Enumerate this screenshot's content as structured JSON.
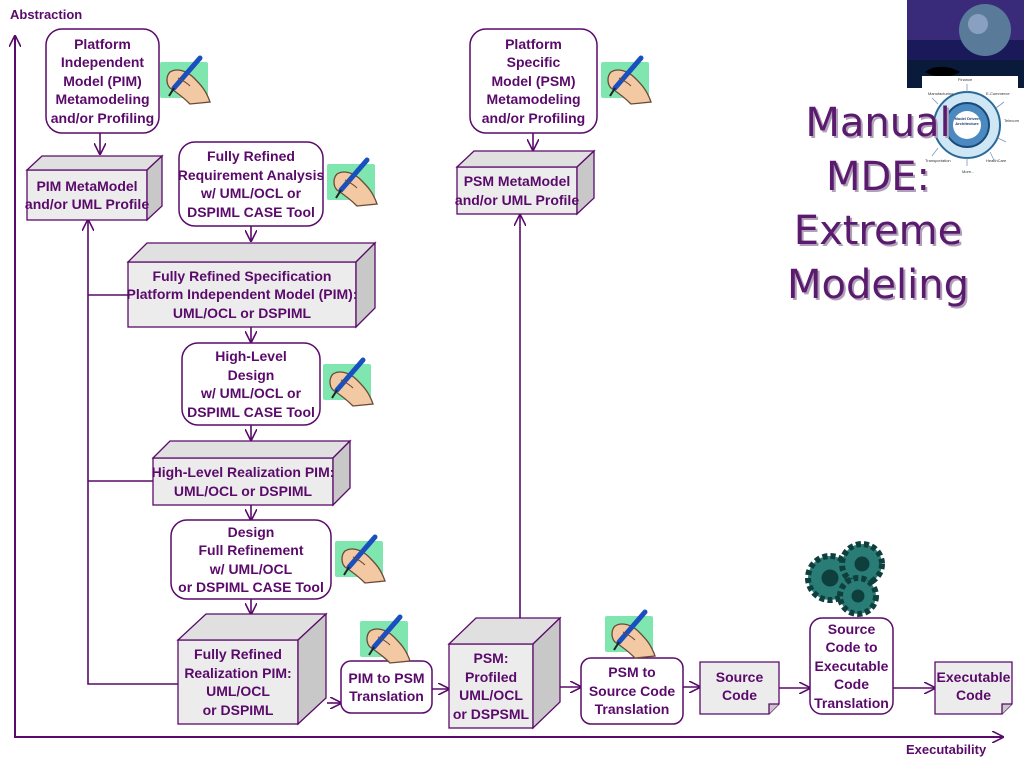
{
  "axes": {
    "y_label": "Abstraction",
    "x_label": "Executability"
  },
  "title_lines": [
    "Manual",
    "MDE:",
    "Extreme",
    "Modeling"
  ],
  "logo": {
    "center_text": "Model Driven Architecture",
    "sectors": [
      "Finance",
      "E-Commerce",
      "Telecom",
      "HealthCare",
      "More...",
      "Transportation",
      "Manufacturing"
    ]
  },
  "nodes": {
    "pim_metamodeling": [
      "Platform",
      "Independent",
      "Model (PIM)",
      "Metamodeling",
      "and/or Profiling"
    ],
    "pim_metamodel": [
      "PIM MetaModel",
      "and/or UML Profile"
    ],
    "refined_req": [
      "Fully Refined",
      "Requirement Analysis",
      "w/ UML/OCL or",
      "DSPIML CASE Tool"
    ],
    "refined_spec": [
      "Fully Refined Specification",
      "Platform Independent Model (PIM):",
      "UML/OCL or DSPIML"
    ],
    "hl_design": [
      "High-Level",
      "Design",
      "w/ UML/OCL or",
      "DSPIML CASE Tool"
    ],
    "hl_realization": [
      "High-Level Realization PIM:",
      "UML/OCL or DSPIML"
    ],
    "design_full": [
      "Design",
      "Full Refinement",
      "w/ UML/OCL",
      "or DSPIML CASE Tool"
    ],
    "refined_realization": [
      "Fully Refined",
      "Realization PIM:",
      "UML/OCL",
      "or DSPIML"
    ],
    "pim_to_psm": [
      "PIM to PSM",
      "Translation"
    ],
    "psm_profiled": [
      "PSM:",
      "Profiled",
      "UML/OCL",
      "or DSPSML"
    ],
    "psm_metamodeling": [
      "Platform",
      "Specific",
      "Model (PSM)",
      "Metamodeling",
      "and/or Profiling"
    ],
    "psm_metamodel": [
      "PSM MetaModel",
      "and/or UML Profile"
    ],
    "psm_to_source": [
      "PSM to",
      "Source Code",
      "Translation"
    ],
    "source_code": [
      "Source",
      "Code"
    ],
    "source_to_exec": [
      "Source",
      "Code to",
      "Executable",
      "Code",
      "Translation"
    ],
    "executable_code": [
      "Executable",
      "Code"
    ]
  },
  "colors": {
    "ink": "#5a0a6a",
    "box_fill": "#ececec",
    "box_side": "#c8c8c8",
    "gear": "#1f6b66"
  }
}
